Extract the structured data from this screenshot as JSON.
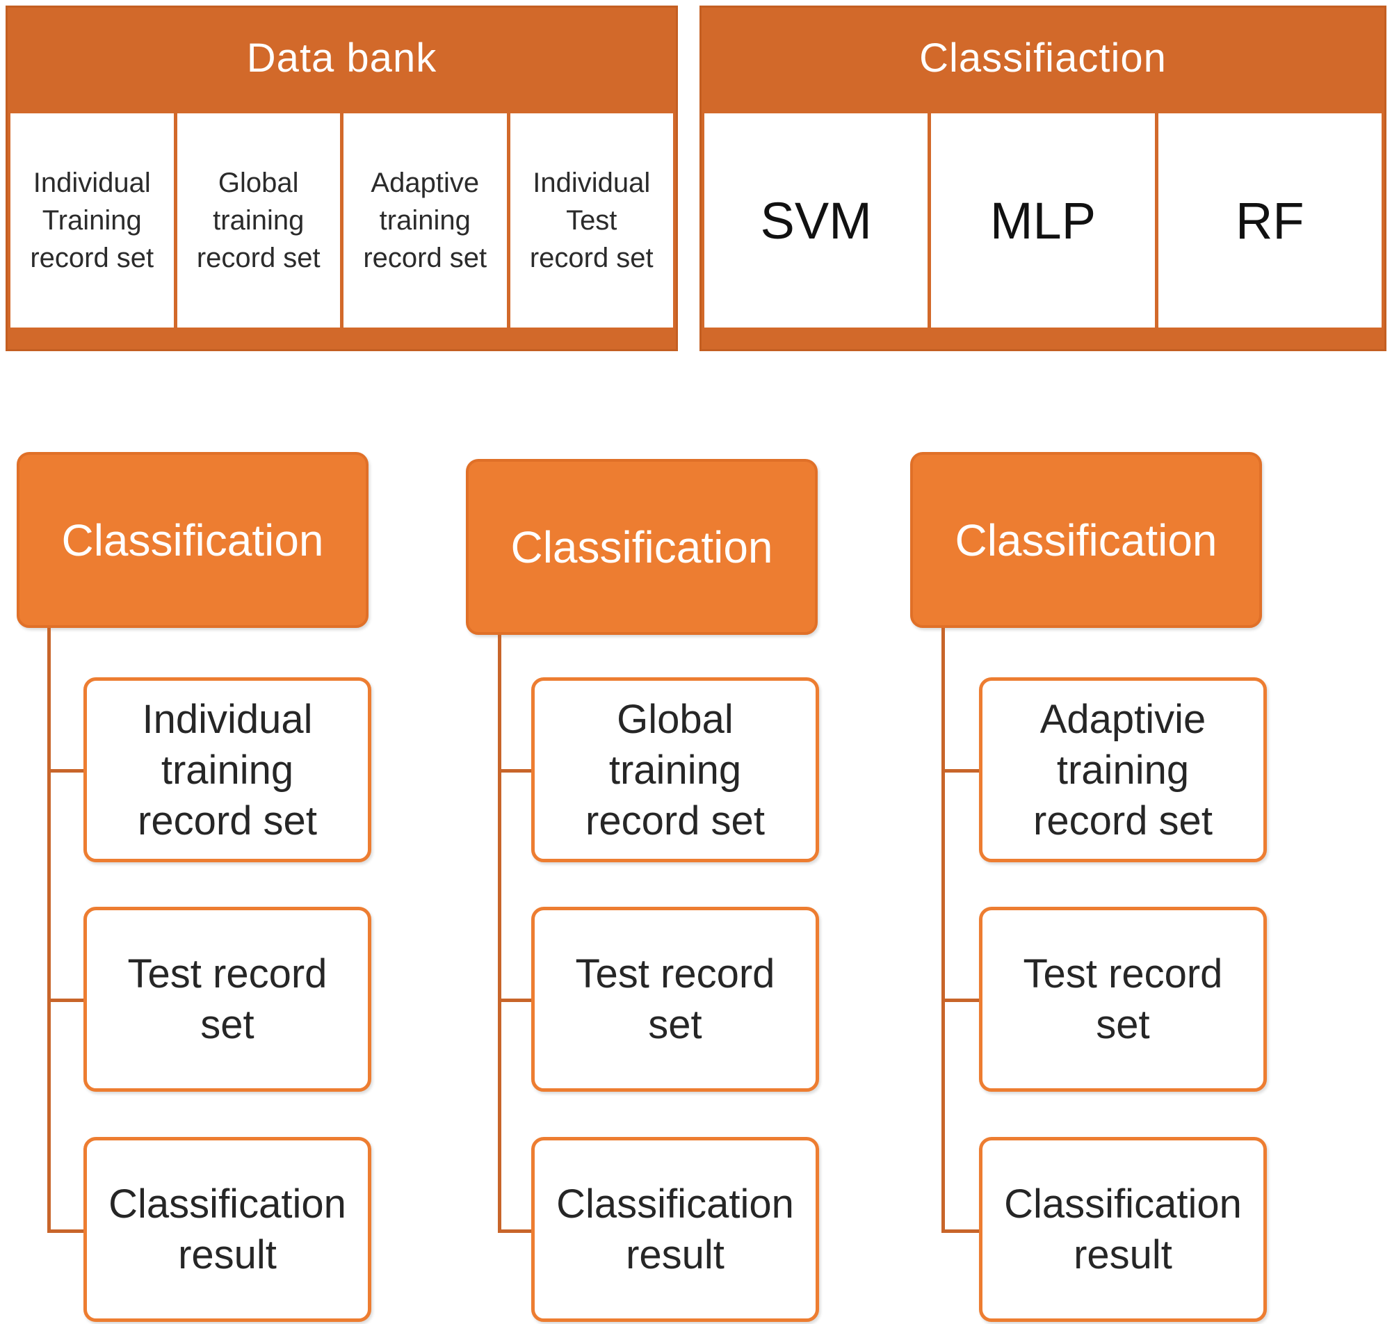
{
  "data_bank": {
    "title": "Data bank",
    "cells": [
      "Individual\nTraining\nrecord set",
      "Global\ntraining\nrecord set",
      "Adaptive\ntraining\nrecord set",
      "Individual\nTest\nrecord set"
    ]
  },
  "classifiers": {
    "title": "Classifiaction",
    "cells": [
      "SVM",
      "MLP",
      "RF"
    ]
  },
  "columns": [
    {
      "title": "Classification",
      "items": [
        "Individual\ntraining\nrecord set",
        "Test record\nset",
        "Classification\nresult"
      ]
    },
    {
      "title": "Classification",
      "items": [
        "Global\ntraining\nrecord set",
        "Test record\nset",
        "Classification\nresult"
      ]
    },
    {
      "title": "Classification",
      "items": [
        "Adaptivie\ntraining\nrecord set",
        "Test record\nset",
        "Classification\nresult"
      ]
    }
  ]
}
